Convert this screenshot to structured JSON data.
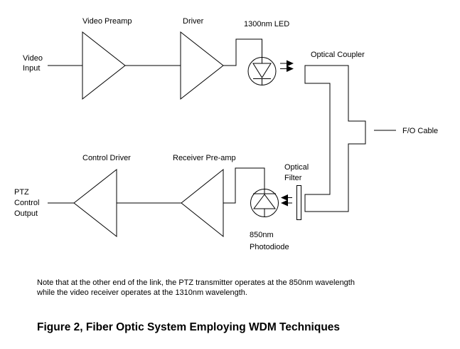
{
  "colors": {
    "stroke": "#000000",
    "background": "#ffffff"
  },
  "diagram": {
    "video_input": {
      "line1": "Video",
      "line2": "Input"
    },
    "video_preamp_label": "Video Preamp",
    "driver_label": "Driver",
    "led_label": "1300nm LED",
    "optical_coupler_label": "Optical Coupler",
    "fo_cable_label": "F/O Cable",
    "control_driver_label": "Control Driver",
    "receiver_preamp_label": "Receiver Pre-amp",
    "ptz_output": {
      "line1": "PTZ",
      "line2": "Control",
      "line3": "Output"
    },
    "optical_filter": {
      "line1": "Optical",
      "line2": "Filter"
    },
    "photodiode": {
      "line1": "850nm",
      "line2": "Photodiode"
    }
  },
  "note": {
    "line1": "Note that at the other end of the link, the PTZ transmitter operates at the 850nm wavelength",
    "line2": "while the video receiver operates at the 1310nm wavelength."
  },
  "caption": "Figure 2, Fiber Optic System Employing WDM Techniques"
}
